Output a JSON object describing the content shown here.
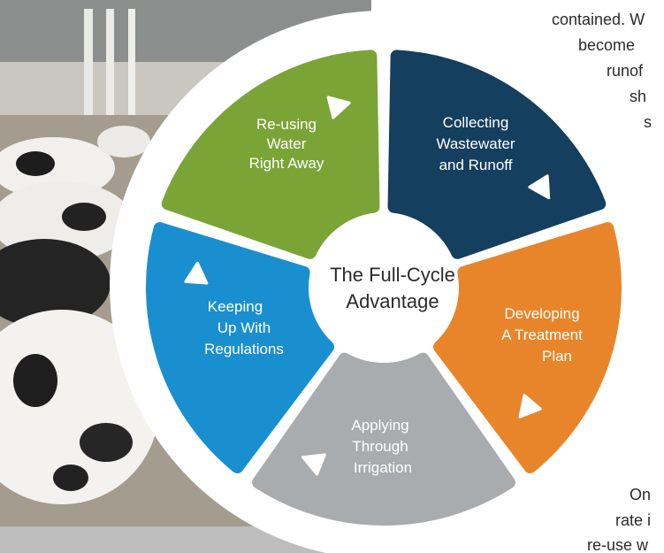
{
  "diagram": {
    "center_label": [
      "The Full-Cycle",
      "Advantage"
    ],
    "segments": [
      {
        "lines": [
          "Re-using",
          "Water",
          "Right Away"
        ],
        "color": "#7aa436"
      },
      {
        "lines": [
          "Collecting",
          "Wastewater",
          "and Runoff"
        ],
        "color": "#153f5e"
      },
      {
        "lines": [
          "Developing",
          "A Treatment",
          "Plan"
        ],
        "color": "#e8852a"
      },
      {
        "lines": [
          "Applying",
          "Through",
          "Irrigation"
        ],
        "color": "#a9acae"
      },
      {
        "lines": [
          "Keeping",
          "Up With",
          "Regulations"
        ],
        "color": "#1a8fcf"
      }
    ]
  },
  "side_text": {
    "top_lines": [
      "contained. W",
      "become",
      "runof",
      "sh",
      "s"
    ],
    "bottom_lines": [
      "On",
      "rate i",
      "re-use w"
    ]
  }
}
